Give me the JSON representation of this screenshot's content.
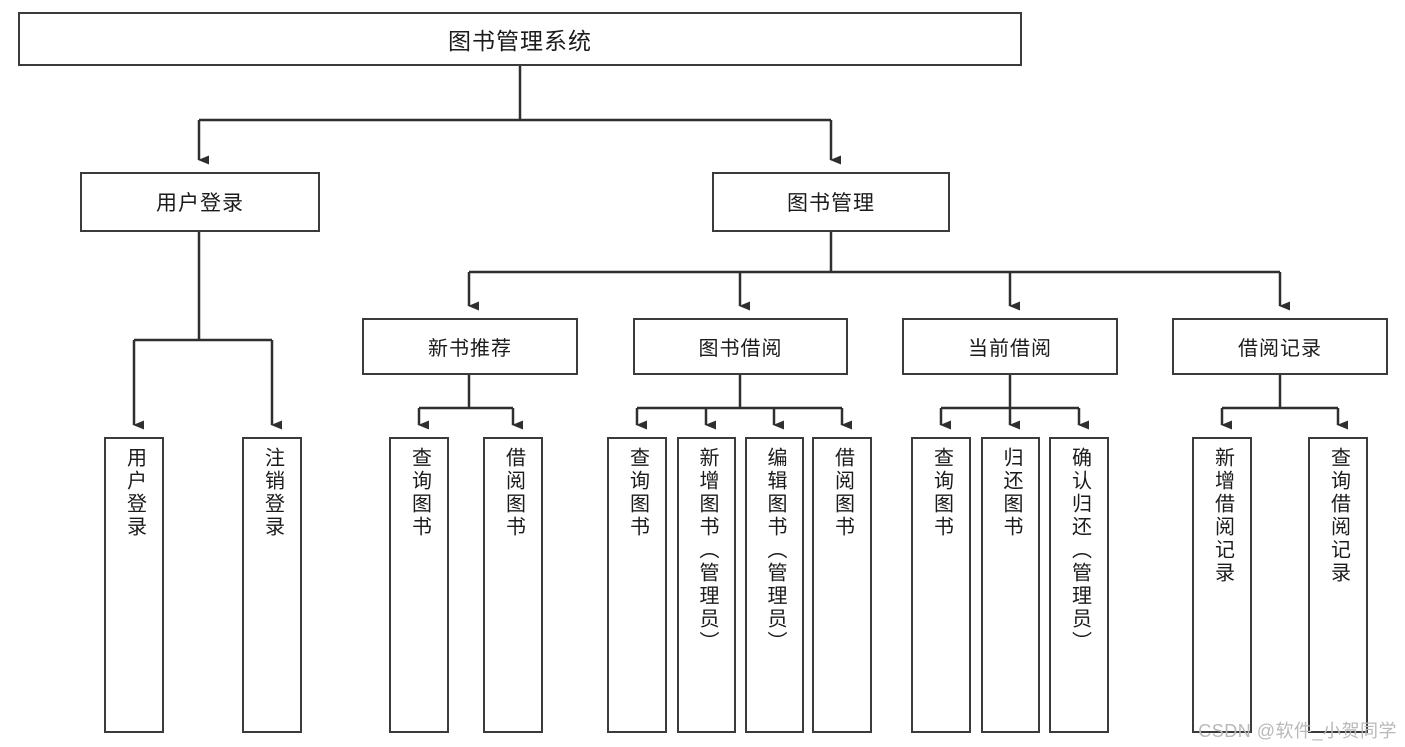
{
  "diagram": {
    "title": "图书管理系统",
    "type": "tree",
    "watermark": "CSDN @软件_小贺同学",
    "colors": {
      "box_border": "#3b3b3b",
      "box_fill": "#ffffff",
      "edge": "#2f2f2f",
      "text": "#1b1b1b",
      "watermark": "#b9b9b9"
    },
    "root": {
      "id": "root",
      "label": "图书管理系统"
    },
    "level1": [
      {
        "id": "l1-user-login",
        "label": "用户登录"
      },
      {
        "id": "l1-book-mgmt",
        "label": "图书管理"
      }
    ],
    "level2": [
      {
        "id": "l2-new-book-rec",
        "label": "新书推荐",
        "parent": "l1-book-mgmt"
      },
      {
        "id": "l2-book-borrow",
        "label": "图书借阅",
        "parent": "l1-book-mgmt"
      },
      {
        "id": "l2-current-borrow",
        "label": "当前借阅",
        "parent": "l1-book-mgmt"
      },
      {
        "id": "l2-borrow-record",
        "label": "借阅记录",
        "parent": "l1-book-mgmt"
      }
    ],
    "leaves": [
      {
        "id": "leaf-user-login",
        "label": "用户登录",
        "parent": "l1-user-login"
      },
      {
        "id": "leaf-user-logout",
        "label": "注销登录",
        "parent": "l1-user-login"
      },
      {
        "id": "leaf-rec-query-book",
        "label": "查询图书",
        "parent": "l2-new-book-rec"
      },
      {
        "id": "leaf-rec-borrow-book",
        "label": "借阅图书",
        "parent": "l2-new-book-rec"
      },
      {
        "id": "leaf-borrow-query-book",
        "label": "查询图书",
        "parent": "l2-book-borrow"
      },
      {
        "id": "leaf-borrow-add-book",
        "label": "新增图书（管理员）",
        "parent": "l2-book-borrow"
      },
      {
        "id": "leaf-borrow-edit-book",
        "label": "编辑图书（管理员）",
        "parent": "l2-book-borrow"
      },
      {
        "id": "leaf-borrow-borrow-book",
        "label": "借阅图书",
        "parent": "l2-book-borrow"
      },
      {
        "id": "leaf-cur-query-book",
        "label": "查询图书",
        "parent": "l2-current-borrow"
      },
      {
        "id": "leaf-cur-return-book",
        "label": "归还图书",
        "parent": "l2-current-borrow"
      },
      {
        "id": "leaf-cur-confirm-return",
        "label": "确认归还（管理员）",
        "parent": "l2-current-borrow"
      },
      {
        "id": "leaf-rec-add-record",
        "label": "新增借阅记录",
        "parent": "l2-borrow-record"
      },
      {
        "id": "leaf-rec-query-record",
        "label": "查询借阅记录",
        "parent": "l2-borrow-record"
      }
    ]
  }
}
